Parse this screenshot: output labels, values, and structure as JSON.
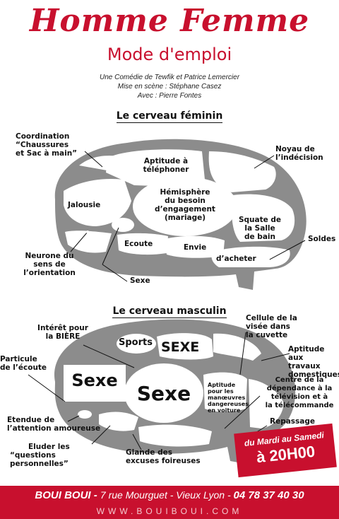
{
  "header": {
    "title": "Homme Femme",
    "subtitle": "Mode d'emploi",
    "credits": [
      "Une Comédie de Tewfik et Patrice Lemercier",
      "Mise en scène : Stéphane Casez",
      "Avec : Pierre Fontes"
    ]
  },
  "female_brain": {
    "heading": "Le cerveau féminin",
    "labels": {
      "coordination": [
        "Coordination",
        "“Chaussures",
        "et Sac à main”"
      ],
      "telephoner": [
        "Aptitude à",
        "téléphoner"
      ],
      "noyau": [
        "Noyau de",
        "l’indécision"
      ],
      "jalousie": "Jalousie",
      "hemisphere": [
        "Hémisphère",
        "du besoin",
        "d’engagement",
        "(mariage)"
      ],
      "squate": [
        "Squate de",
        "la Salle",
        "de bain"
      ],
      "soldes": "Soldes",
      "ecoute": "Ecoute",
      "envie": "Envie",
      "dacheter": "d’acheter",
      "neurone": [
        "Neurone du",
        "sens de",
        "l’orientation"
      ],
      "sexe": "Sexe"
    }
  },
  "male_brain": {
    "heading": "Le cerveau masculin",
    "labels": {
      "interet": [
        "Intérêt pour",
        "la "
      ],
      "biere": "BIÈRE",
      "cellule": [
        "Cellule de la",
        "visée dans",
        "la cuvette"
      ],
      "sports": "Sports",
      "sexe_caps": "SEXE",
      "aptitude_travaux": [
        "Aptitude aux",
        "travaux",
        "domestiques"
      ],
      "particule": [
        "Particule",
        "de l’écoute"
      ],
      "sexe_box": "Sexe",
      "sexe_big": "Sexe",
      "manoeuvres": [
        "Aptitude",
        "pour les",
        "manœuvres",
        "dangereuses",
        "en voiture"
      ],
      "centre": [
        "Centre de la",
        "dépendance à la",
        "télévision et à",
        "la télécommande"
      ],
      "etendue": [
        "Etendue de",
        "l’attention amoureuse"
      ],
      "repassage": "Repassage",
      "eluder": [
        "Eluder les",
        "“questions personnelles”"
      ],
      "glande": [
        "Glande des",
        "excuses foireuses"
      ]
    }
  },
  "badge": {
    "line1": "du Mardi au Samedi",
    "line2": "à 20H00"
  },
  "footer": {
    "venue": "BOUI BOUI - ",
    "address": "7 rue Mourguet - Vieux Lyon - ",
    "phone": "04 78 37 40 30",
    "website": "WWW.BOUIBOUI.COM"
  },
  "colors": {
    "brand_red": "#c8102e",
    "brain_gray": "#8c8c8c"
  }
}
